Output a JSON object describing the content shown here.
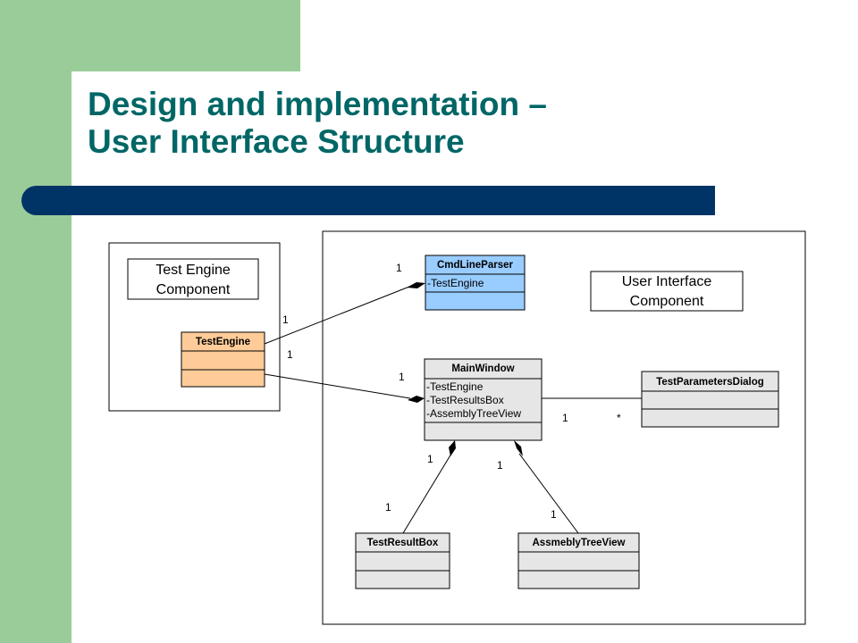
{
  "slide": {
    "title_line1": "Design and implementation –",
    "title_line2": "User Interface Structure"
  },
  "colors": {
    "green": "#99cc99",
    "title": "#006666",
    "band": "#003366",
    "test_engine_fill": "#ffcc99",
    "cmdline_fill": "#99ccff",
    "class_fill": "#e6e6e6"
  },
  "diagram": {
    "test_engine_component": {
      "label_line1": "Test Engine",
      "label_line2": "Component"
    },
    "ui_component": {
      "label_line1": "User Interface",
      "label_line2": "Component"
    },
    "classes": {
      "test_engine": {
        "name": "TestEngine",
        "attributes": []
      },
      "cmd_line_parser": {
        "name": "CmdLineParser",
        "attributes": [
          "-TestEngine"
        ]
      },
      "main_window": {
        "name": "MainWindow",
        "attributes": [
          "-TestEngine",
          "-TestResultsBox",
          "-AssemblyTreeView"
        ]
      },
      "test_parameters_dialog": {
        "name": "TestParametersDialog",
        "attributes": []
      },
      "test_result_box": {
        "name": "TestResultBox",
        "attributes": []
      },
      "assembly_tree_view": {
        "name": "AssmeblyTreeView",
        "attributes": []
      }
    },
    "multiplicities": {
      "te_cmd_near_cmd": "1",
      "te_cmd_near_te": "1",
      "te_mw_near_te": "1",
      "te_mw_near_mw": "1",
      "mw_dialog_near_mw": "1",
      "mw_dialog_near_dialog": "*",
      "mw_trb_near_mw": "1",
      "mw_trb_near_trb": "1",
      "mw_atv_near_mw": "1",
      "mw_atv_near_atv": "1"
    }
  }
}
